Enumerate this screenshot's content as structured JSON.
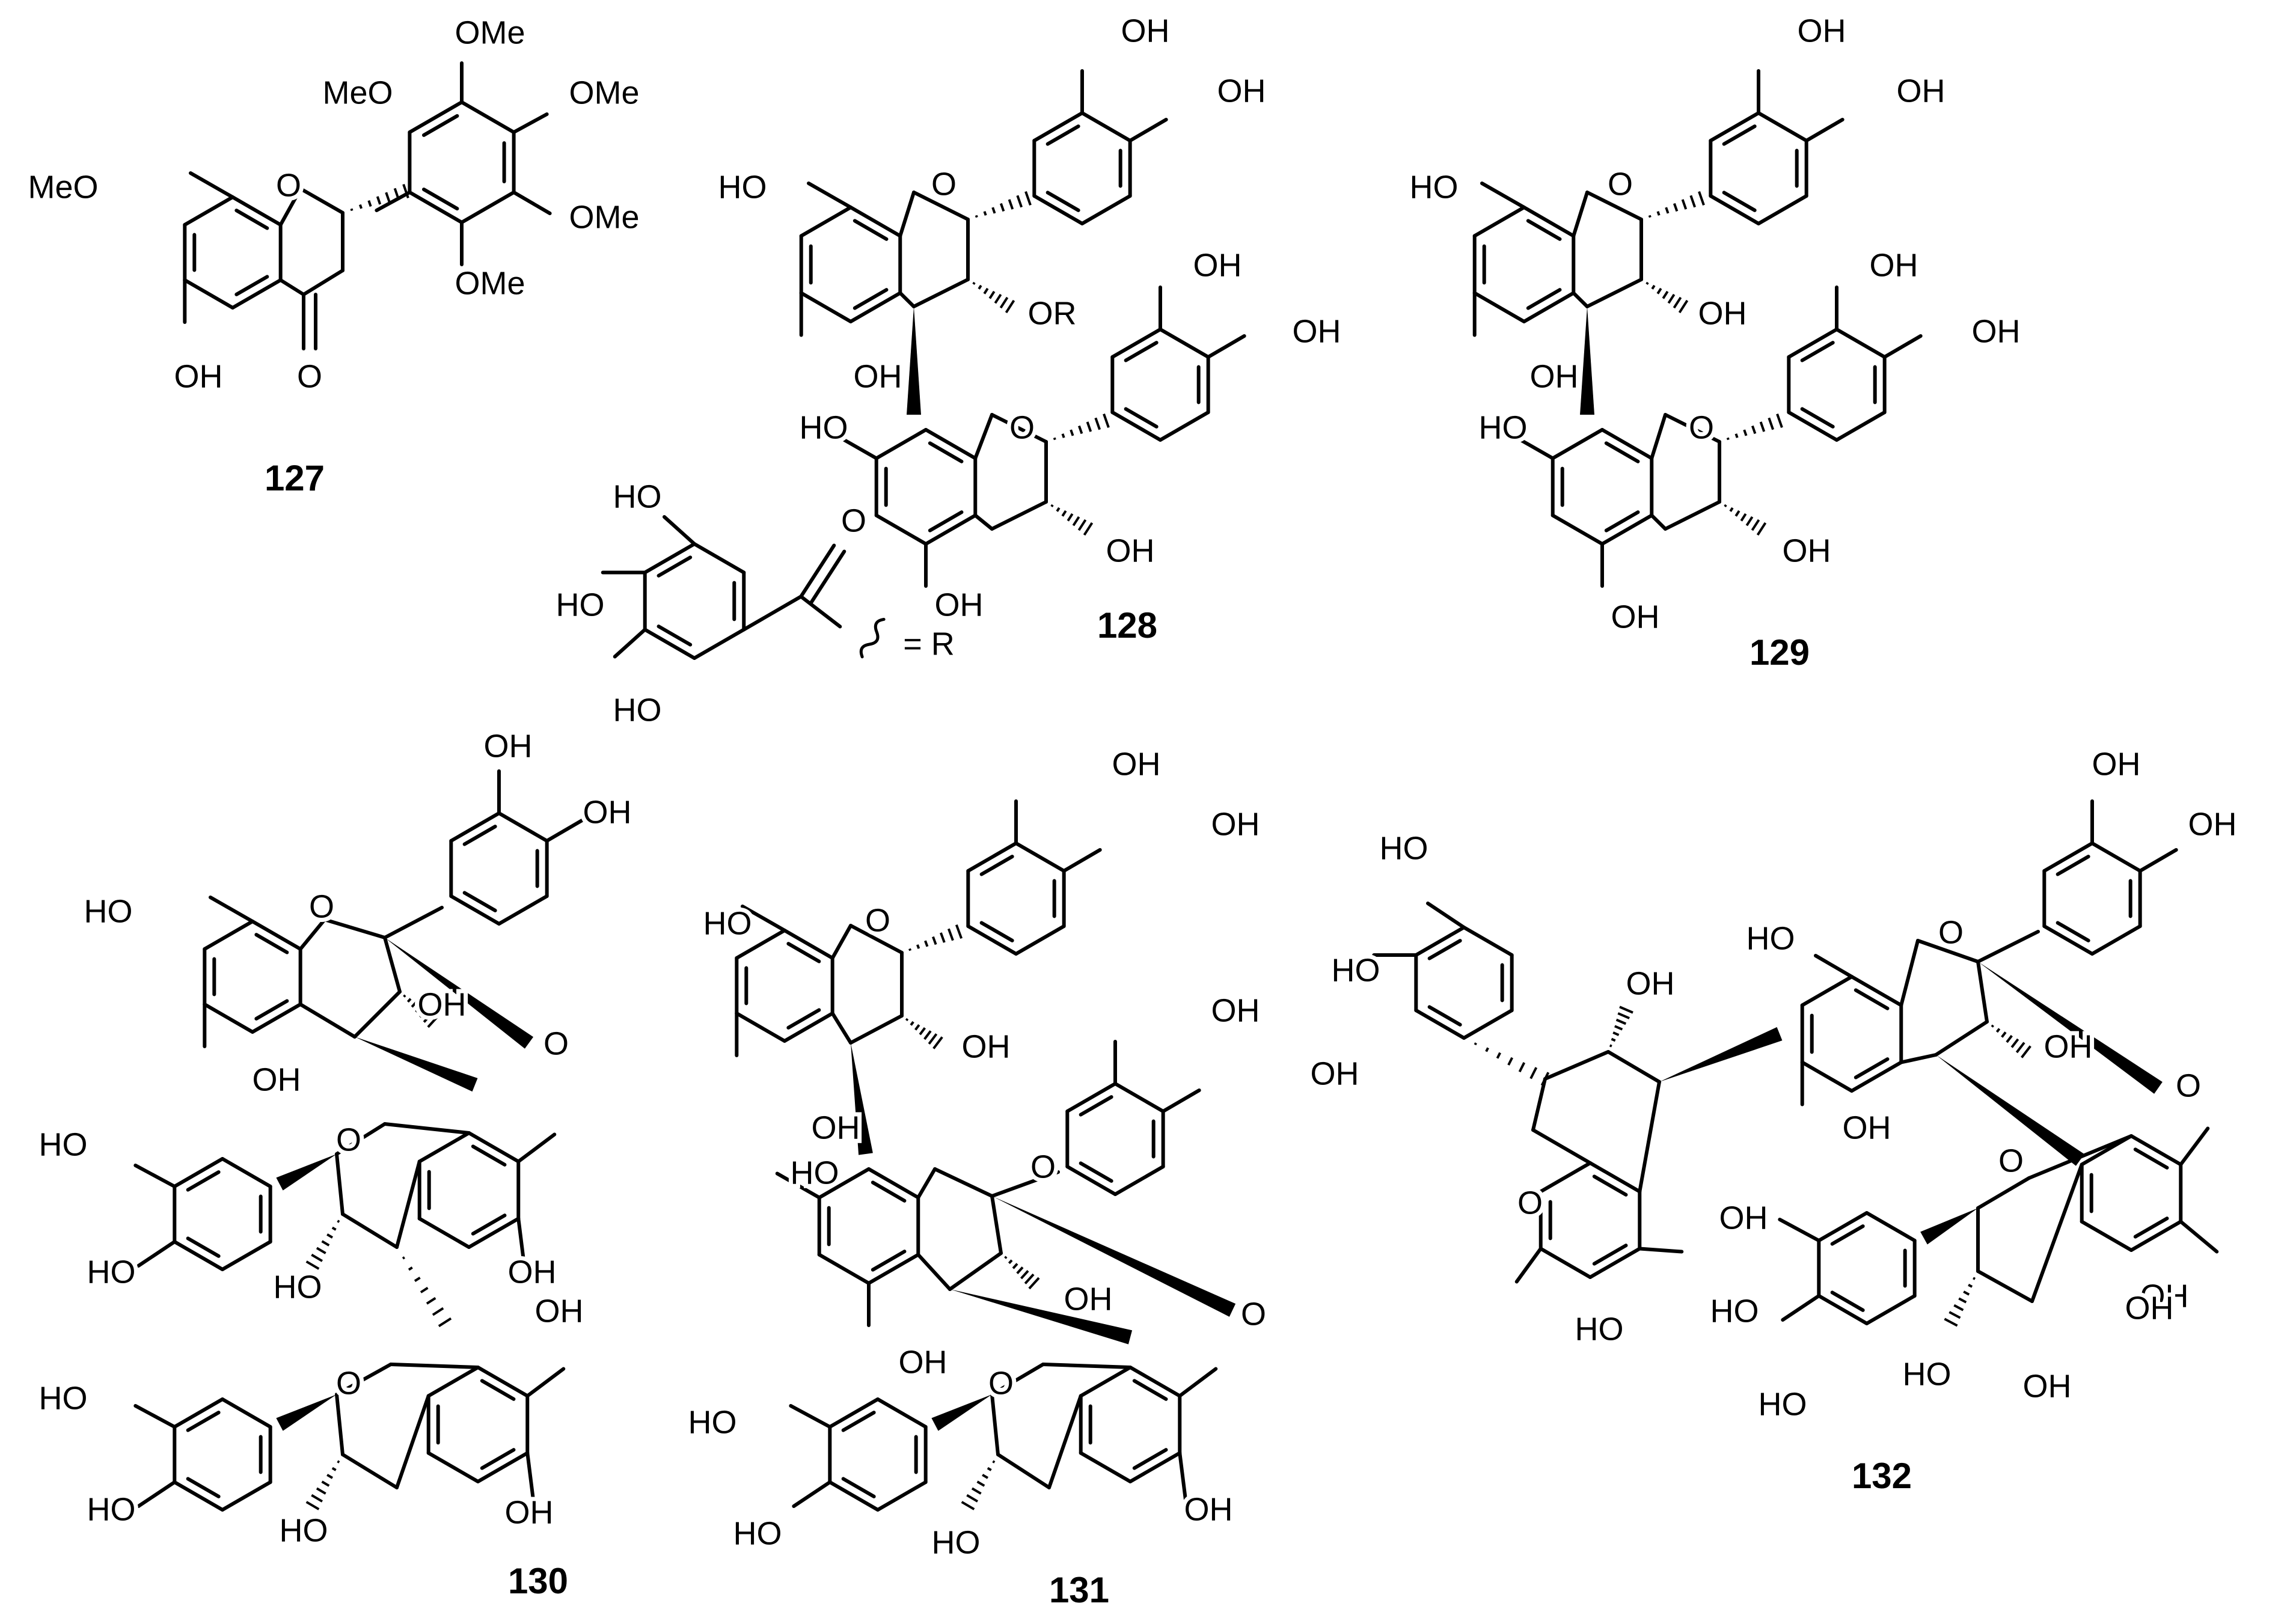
{
  "figure": {
    "compound_labels": [
      "127",
      "128",
      "129",
      "130",
      "131",
      "132"
    ],
    "r_definition": "= R",
    "compounds": [
      {
        "id": "127",
        "atom_labels": [
          "OMe",
          "MeO",
          "OMe",
          "MeO",
          "O",
          "OMe",
          "OMe",
          "OH",
          "O"
        ]
      },
      {
        "id": "128",
        "atom_labels": [
          "OH",
          "OH",
          "HO",
          "O",
          "OR",
          "OH",
          "OH",
          "OH",
          "HO",
          "O",
          "OH",
          "OH",
          "HO",
          "O",
          "HO",
          "HO",
          "OH"
        ]
      },
      {
        "id": "129",
        "atom_labels": [
          "OH",
          "OH",
          "HO",
          "O",
          "OH",
          "OH",
          "OH",
          "OH",
          "HO",
          "O",
          "OH",
          "OH"
        ]
      },
      {
        "id": "130",
        "atom_labels": [
          "OH",
          "OH",
          "HO",
          "O",
          "OH",
          "O",
          "OH",
          "HO",
          "HO",
          "O",
          "OH",
          "HO",
          "OH",
          "HO",
          "HO",
          "O",
          "OH",
          "HO",
          "OH"
        ]
      },
      {
        "id": "131",
        "atom_labels": [
          "OH",
          "OH",
          "HO",
          "O",
          "OH",
          "OH",
          "OH",
          "OH",
          "HO",
          "O",
          "OH",
          "O",
          "OH",
          "HO",
          "HO",
          "O",
          "HO",
          "OH"
        ]
      },
      {
        "id": "132",
        "atom_labels": [
          "OH",
          "OH",
          "HO",
          "HO",
          "HO",
          "O",
          "OH",
          "OH",
          "O",
          "OH",
          "OH",
          "O",
          "O",
          "OH",
          "HO",
          "OH",
          "HO",
          "HO",
          "HO",
          "OH"
        ]
      }
    ]
  }
}
